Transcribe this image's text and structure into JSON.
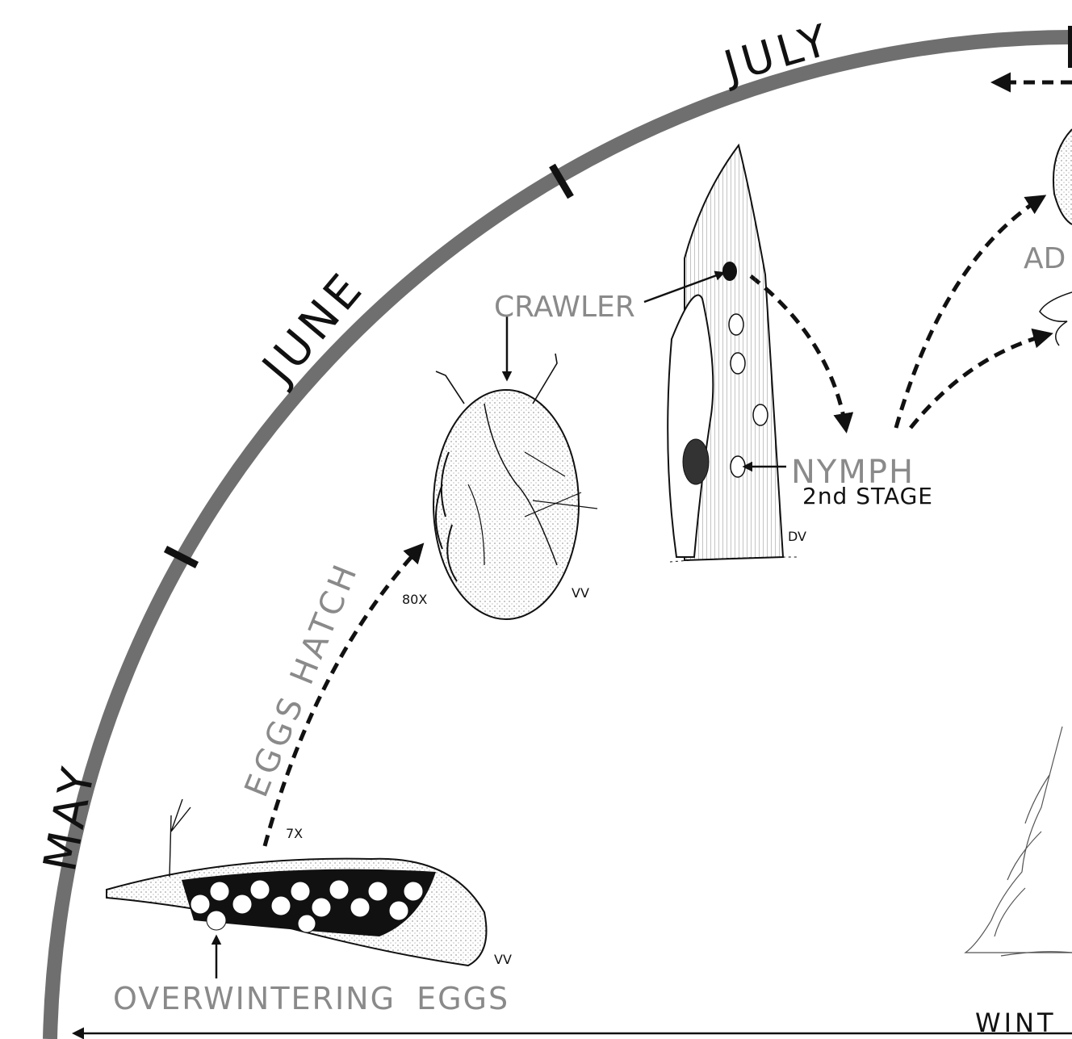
{
  "months": {
    "may": "MAY",
    "june": "JUNE",
    "july": "JULY"
  },
  "stages": {
    "eggs_hatch": "EGGS HATCH",
    "crawler": "CRAWLER",
    "nymph": "NYMPH",
    "nymph_stage": "2nd STAGE",
    "overwintering_eggs": "OVERWINTERING EGGS",
    "adult_partial": "AD",
    "winter_partial": "WINT"
  },
  "annotations": {
    "mag_7x": "7X",
    "mag_80x": "80X",
    "view_crawler": "VV",
    "view_eggs": "VV",
    "view_needle": "DV"
  },
  "colors": {
    "ring": "#6f6f6f",
    "label_gray": "#8a8a8a",
    "ink": "#111111"
  }
}
